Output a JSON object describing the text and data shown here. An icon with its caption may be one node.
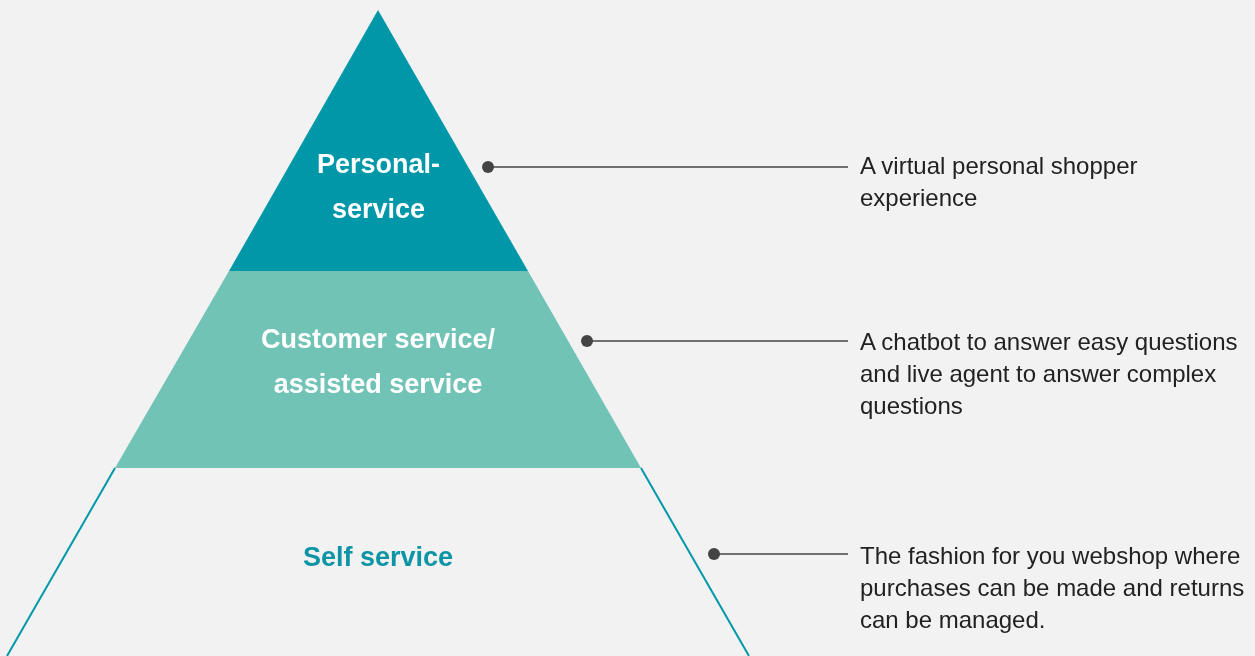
{
  "diagram": {
    "nodes": [
      {
        "text": [
          "Personal- service"
        ]
      },
      {
        "text": [
          "Customer service/ assisted service"
        ]
      },
      {
        "text": [
          "Self service"
        ]
      },
      {
        "text": [
          "A virtual personal shopper experience"
        ]
      },
      {
        "text": [
          "A chatbot to answer easy questions and live agent to answer complex questions"
        ]
      },
      {
        "text": [
          "The fashion for you webshop where purchases can be made and returns can be managed."
        ]
      }
    ],
    "edges": [
      {
        "from": 3,
        "to": 0,
        "arrow": "other"
      },
      {
        "from": 4,
        "to": 1,
        "arrow": "other"
      },
      {
        "from": 5,
        "to": 2,
        "arrow": "other"
      }
    ]
  }
}
